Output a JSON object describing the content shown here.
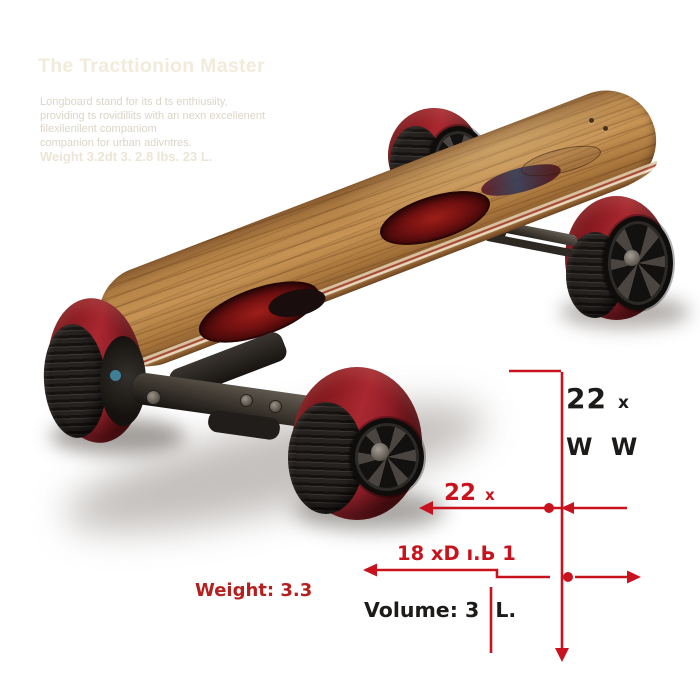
{
  "header": {
    "title": "The Tracttionion Master",
    "description_lines": [
      "Longboard stand for its d ts enthiusiity,",
      "providing ts rovidillits with an nexn excellenent",
      "filexilenilent companiom",
      "companion for urban adivntres."
    ],
    "spec_line": "Weight 3.2dt 3. 2.8 lbs. 23 L."
  },
  "annotations": {
    "height_dim": {
      "value": "22",
      "unit": "x",
      "label_below": "W W"
    },
    "width_dim": {
      "value": "22",
      "unit": "x"
    },
    "depth_dim": {
      "label": "18 xD ı.Ь 1"
    },
    "weight": {
      "label": "Weight: 3.3"
    },
    "volume": {
      "label": "Volume: 3",
      "unit": "L."
    }
  },
  "colors": {
    "dimension_red": "#c8131f",
    "annotation_black": "#1d1b19",
    "weight_red": "#b5201e",
    "wheel_red": "#9c2129",
    "tread_black": "#262220",
    "deck_wood": "#b5834a",
    "background_dark": "#4a4136",
    "background_light": "#edecea"
  }
}
